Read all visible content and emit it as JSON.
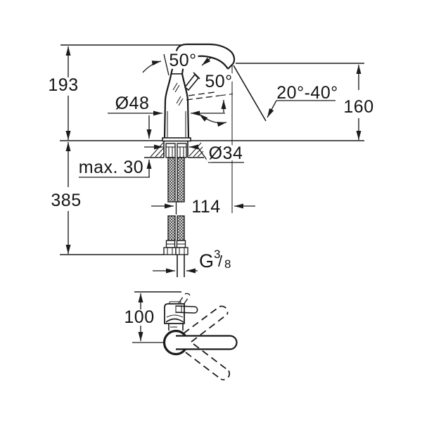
{
  "drawing_title": "faucet-installation-dimension-drawing",
  "colors": {
    "line": "#1b1b1b",
    "background": "#ffffff"
  },
  "dims": {
    "height": "193",
    "handle_angle_open": "50°",
    "handle_angle_swing": "50°",
    "body_diameter": "Ø48",
    "spout_angle_range": "20°-40°",
    "outlet_height": "160",
    "hole_diameter": "Ø34",
    "max_deck_thickness": "max. 30",
    "hose_length": "385",
    "projection": "114",
    "depth_top_view": "100",
    "thread": {
      "prefix": "G",
      "sup": "3",
      "slash": "/",
      "sub": "8"
    }
  }
}
